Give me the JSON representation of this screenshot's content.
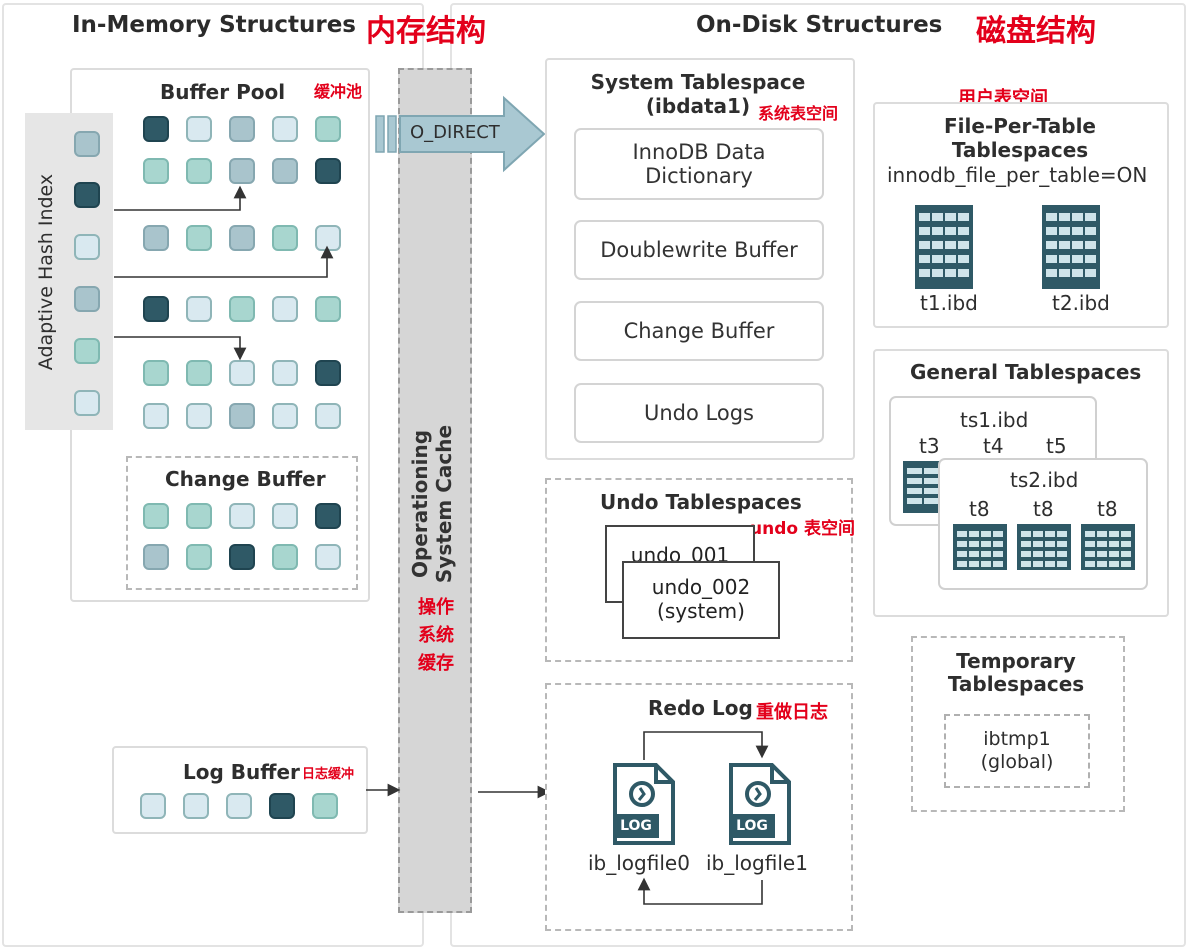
{
  "headers": {
    "in_memory": "In-Memory Structures",
    "in_memory_cn": "内存结构",
    "on_disk": "On-Disk Structures",
    "on_disk_cn": "磁盘结构"
  },
  "memory": {
    "buffer_pool": "Buffer Pool",
    "buffer_pool_cn": "缓冲池",
    "adaptive_hash_index": "Adaptive Hash Index",
    "change_buffer": "Change Buffer",
    "log_buffer": "Log Buffer",
    "log_buffer_cn": "日志缓冲"
  },
  "os_cache": {
    "label": "Operationing System Cache",
    "label_line1": "Operationing",
    "label_line2": "System Cache",
    "cn_line1": "操作",
    "cn_line2": "系统",
    "cn_line3": "缓存",
    "o_direct": "O_DIRECT"
  },
  "system_tablespace": {
    "title_line1": "System Tablespace",
    "title_line2": "(ibdata1)",
    "cn": "系统表空间",
    "items": [
      "InnoDB Data Dictionary",
      "Doublewrite Buffer",
      "Change Buffer",
      "Undo Logs"
    ],
    "item0_line1": "InnoDB Data",
    "item0_line2": "Dictionary"
  },
  "undo_tablespaces": {
    "title": "Undo Tablespaces",
    "cn": "undo 表空间",
    "file1": "undo_001",
    "file2_line1": "undo_002",
    "file2_line2": "(system)"
  },
  "redo_log": {
    "title": "Redo Log",
    "cn": "重做日志",
    "file0": "ib_logfile0",
    "file1": "ib_logfile1",
    "icon_text": "LOG"
  },
  "file_per_table": {
    "cn": "用户表空间",
    "title_line1": "File-Per-Table",
    "title_line2": "Tablespaces",
    "setting": "innodb_file_per_table=ON",
    "files": [
      "t1.ibd",
      "t2.ibd"
    ]
  },
  "general_tablespaces": {
    "title": "General Tablespaces",
    "ts1": "ts1.ibd",
    "ts1_tables": [
      "t3",
      "t4",
      "t5"
    ],
    "ts2": "ts2.ibd",
    "ts2_tables": [
      "t8",
      "t8",
      "t8"
    ]
  },
  "temporary_tablespaces": {
    "title_line1": "Temporary",
    "title_line2": "Tablespaces",
    "file_line1": "ibtmp1",
    "file_line2": "(global)"
  },
  "colors": {
    "dark_page": "#2f5966",
    "light_page": "#d9e9f0",
    "grey_page": "#a9c4cc",
    "teal_page": "#a8d6cf",
    "accent_red": "#e3001b",
    "os_cache_fill": "#d6d6d6"
  }
}
